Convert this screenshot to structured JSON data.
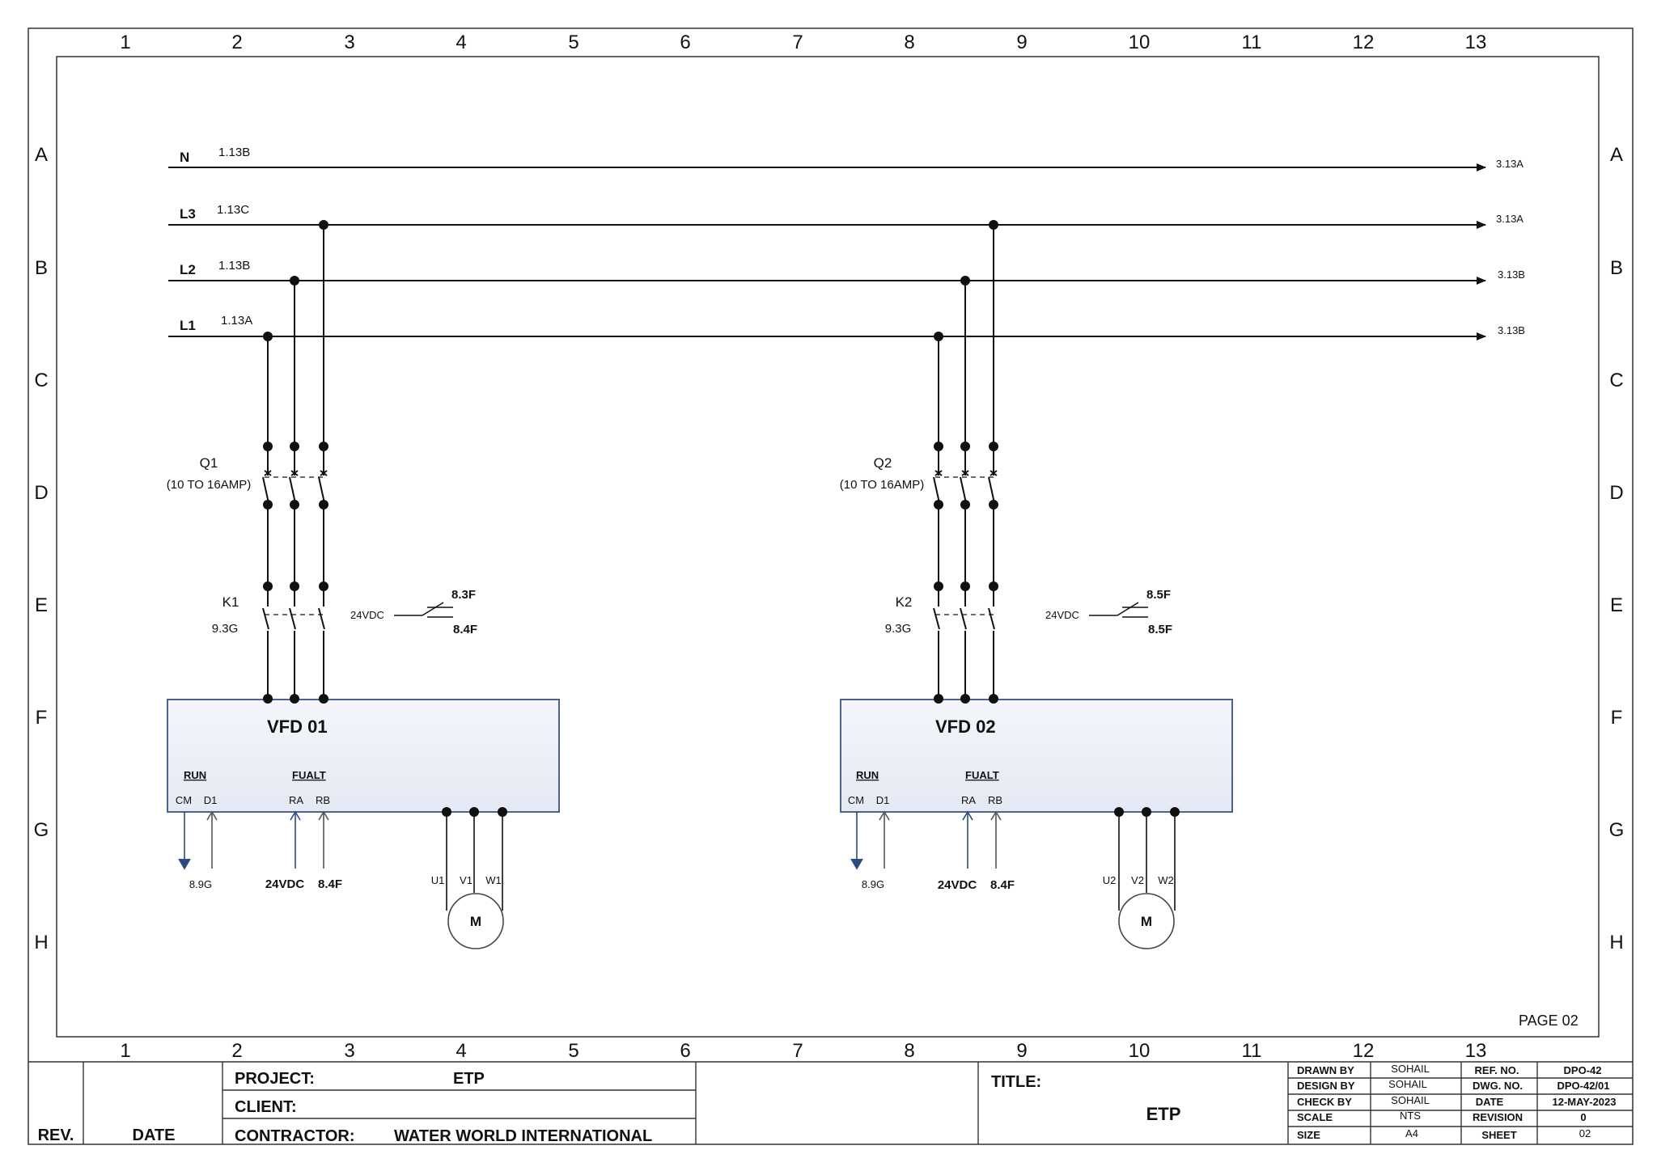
{
  "grid": {
    "columns": [
      "1",
      "2",
      "3",
      "4",
      "5",
      "6",
      "7",
      "8",
      "9",
      "10",
      "11",
      "12",
      "13"
    ],
    "rows": [
      "A",
      "B",
      "C",
      "D",
      "E",
      "F",
      "G",
      "H"
    ]
  },
  "buses": [
    {
      "name": "N",
      "left_ref": "1.13B",
      "right_ref": "3.13A"
    },
    {
      "name": "L3",
      "left_ref": "1.13C",
      "right_ref": "3.13A"
    },
    {
      "name": "L2",
      "left_ref": "1.13B",
      "right_ref": "3.13B"
    },
    {
      "name": "L1",
      "left_ref": "1.13A",
      "right_ref": "3.13B"
    }
  ],
  "drives": [
    {
      "breaker": "Q1",
      "breaker_rating": "(10 TO 16AMP)",
      "contactor": "K1",
      "contactor_ref": "9.3G",
      "aux_supply": "24VDC",
      "aux_ref_top": "8.3F",
      "aux_ref_bottom": "8.4F",
      "title": "VFD 01",
      "run_label": "RUN",
      "fault_label": "FUALT",
      "terms": [
        "CM",
        "D1",
        "RA",
        "RB"
      ],
      "cm_ref": "8.9G",
      "ra_ref": "24VDC",
      "rb_ref": "8.4F",
      "motor_terms": [
        "U1",
        "V1",
        "W1"
      ],
      "motor": "M"
    },
    {
      "breaker": "Q2",
      "breaker_rating": "(10 TO 16AMP)",
      "contactor": "K2",
      "contactor_ref": "9.3G",
      "aux_supply": "24VDC",
      "aux_ref_top": "8.5F",
      "aux_ref_bottom": "8.5F",
      "title": "VFD 02",
      "run_label": "RUN",
      "fault_label": "FUALT",
      "terms": [
        "CM",
        "D1",
        "RA",
        "RB"
      ],
      "cm_ref": "8.9G",
      "ra_ref": "24VDC",
      "rb_ref": "8.4F",
      "motor_terms": [
        "U2",
        "V2",
        "W2"
      ],
      "motor": "M"
    }
  ],
  "page_label": "PAGE 02",
  "title_block": {
    "rev_label": "REV.",
    "date_label": "DATE",
    "project_label": "PROJECT:",
    "project_value": "ETP",
    "client_label": "CLIENT:",
    "contractor_label": "CONTRACTOR:",
    "contractor_value": "WATER WORLD INTERNATIONAL",
    "title_label": "TITLE:",
    "title_value": "ETP",
    "drawn_by_label": "DRAWN BY",
    "drawn_by": "SOHAIL",
    "design_by_label": "DESIGN BY",
    "design_by": "SOHAIL",
    "check_by_label": "CHECK BY",
    "check_by": "SOHAIL",
    "scale_label": "SCALE",
    "scale": "NTS",
    "size_label": "SIZE",
    "size": "A4",
    "ref_no_label": "REF. NO.",
    "ref_no": "DPO-42",
    "dwg_no_label": "DWG. NO.",
    "dwg_no": "DPO-42/01",
    "date_field_label": "DATE",
    "date_value": "12-MAY-2023",
    "revision_label": "REVISION",
    "revision": "0",
    "sheet_label": "SHEET",
    "sheet": "02"
  }
}
